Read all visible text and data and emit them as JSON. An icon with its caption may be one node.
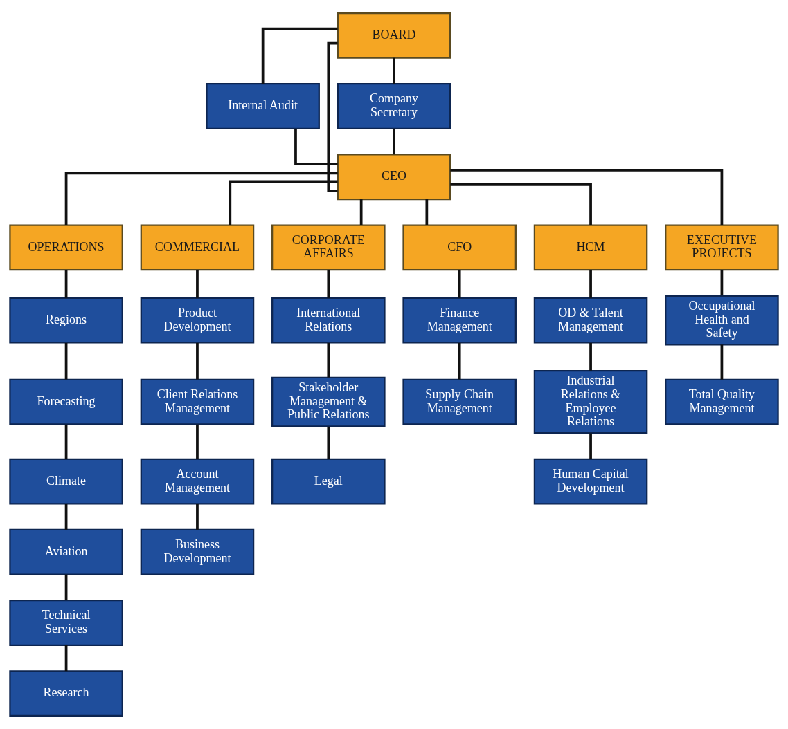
{
  "diagram": {
    "nodes": [
      {
        "text": [
          "BOARD"
        ]
      },
      {
        "text": [
          "Internal Audit"
        ]
      },
      {
        "text": [
          "Company Secretary"
        ]
      },
      {
        "text": [
          "CEO"
        ]
      },
      {
        "text": [
          "OPERATIONS"
        ]
      },
      {
        "text": [
          "COMMERCIAL"
        ]
      },
      {
        "text": [
          "CORPORATE AFFAIRS"
        ]
      },
      {
        "text": [
          "CFO"
        ]
      },
      {
        "text": [
          "HCM"
        ]
      },
      {
        "text": [
          "EXECUTIVE PROJECTS"
        ]
      },
      {
        "text": [
          "Regions"
        ]
      },
      {
        "text": [
          "Forecasting"
        ]
      },
      {
        "text": [
          "Climate"
        ]
      },
      {
        "text": [
          "Aviation"
        ]
      },
      {
        "text": [
          "Technical Services"
        ]
      },
      {
        "text": [
          "Research"
        ]
      },
      {
        "text": [
          "Product Development"
        ]
      },
      {
        "text": [
          "Client Relations Management"
        ]
      },
      {
        "text": [
          "Account Management"
        ]
      },
      {
        "text": [
          "Business Development"
        ]
      },
      {
        "text": [
          "International Relations"
        ]
      },
      {
        "text": [
          "Stakeholder Management & Public Relations"
        ]
      },
      {
        "text": [
          "Legal"
        ]
      },
      {
        "text": [
          "Finance Management"
        ]
      },
      {
        "text": [
          "Supply Chain Management"
        ]
      },
      {
        "text": [
          "OD & Talent Management"
        ]
      },
      {
        "text": [
          "Industrial Relations & Employee Relations"
        ]
      },
      {
        "text": [
          "Human Capital Development"
        ]
      },
      {
        "text": [
          "Occupational Health and Safety"
        ]
      },
      {
        "text": [
          "Total Quality Management"
        ]
      }
    ],
    "edges": [
      {
        "from": 0,
        "to": 1,
        "arrow": "none"
      },
      {
        "from": 0,
        "to": 2,
        "arrow": "none"
      },
      {
        "from": 0,
        "to": 3,
        "arrow": "none"
      },
      {
        "from": 1,
        "to": 3,
        "arrow": "none"
      },
      {
        "from": 2,
        "to": 3,
        "arrow": "none"
      },
      {
        "from": 3,
        "to": 4,
        "arrow": "none"
      },
      {
        "from": 3,
        "to": 5,
        "arrow": "none"
      },
      {
        "from": 3,
        "to": 6,
        "arrow": "none"
      },
      {
        "from": 3,
        "to": 7,
        "arrow": "none"
      },
      {
        "from": 3,
        "to": 8,
        "arrow": "none"
      },
      {
        "from": 3,
        "to": 9,
        "arrow": "none"
      },
      {
        "from": 4,
        "to": 10,
        "arrow": "none"
      },
      {
        "from": 10,
        "to": 11,
        "arrow": "none"
      },
      {
        "from": 11,
        "to": 12,
        "arrow": "none"
      },
      {
        "from": 12,
        "to": 13,
        "arrow": "none"
      },
      {
        "from": 13,
        "to": 14,
        "arrow": "none"
      },
      {
        "from": 14,
        "to": 15,
        "arrow": "none"
      },
      {
        "from": 5,
        "to": 16,
        "arrow": "none"
      },
      {
        "from": 16,
        "to": 17,
        "arrow": "none"
      },
      {
        "from": 17,
        "to": 18,
        "arrow": "none"
      },
      {
        "from": 18,
        "to": 19,
        "arrow": "none"
      },
      {
        "from": 6,
        "to": 20,
        "arrow": "none"
      },
      {
        "from": 20,
        "to": 21,
        "arrow": "none"
      },
      {
        "from": 21,
        "to": 22,
        "arrow": "none"
      },
      {
        "from": 7,
        "to": 23,
        "arrow": "none"
      },
      {
        "from": 23,
        "to": 24,
        "arrow": "none"
      },
      {
        "from": 8,
        "to": 25,
        "arrow": "none"
      },
      {
        "from": 25,
        "to": 26,
        "arrow": "none"
      },
      {
        "from": 26,
        "to": 27,
        "arrow": "none"
      },
      {
        "from": 9,
        "to": 28,
        "arrow": "none"
      },
      {
        "from": 28,
        "to": 29,
        "arrow": "none"
      }
    ]
  }
}
